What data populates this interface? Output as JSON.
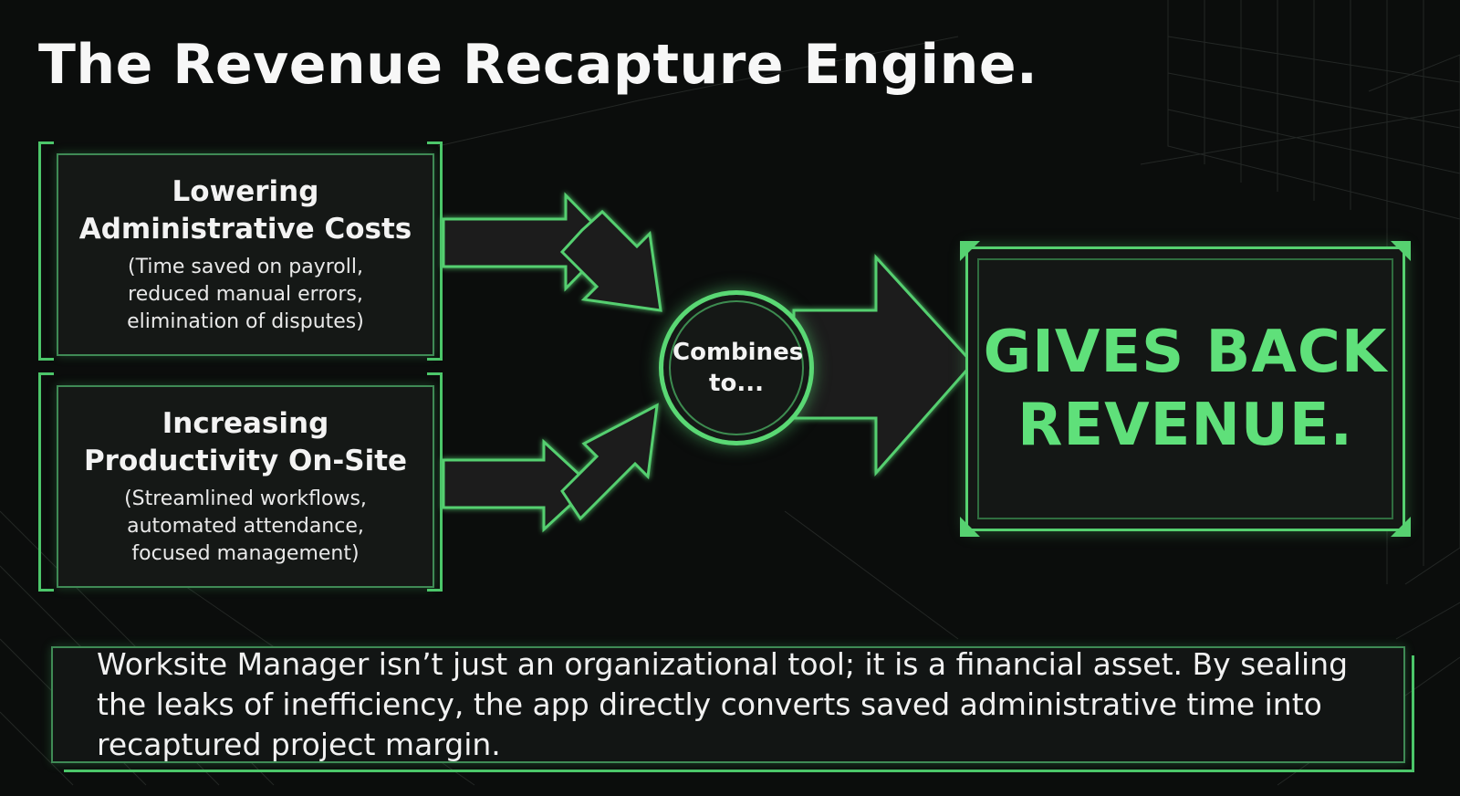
{
  "title": "The Revenue Recapture Engine.",
  "inputs": [
    {
      "heading": [
        "Lowering",
        "Administrative Costs"
      ],
      "detail": [
        "(Time saved on payroll,",
        "reduced manual errors,",
        "elimination of disputes)"
      ]
    },
    {
      "heading": [
        "Increasing",
        "Productivity On-Site"
      ],
      "detail": [
        "(Streamlined workflows,",
        "automated attendance,",
        "focused management)"
      ]
    }
  ],
  "hub": [
    "Combines",
    "to..."
  ],
  "result": [
    "GIVES BACK",
    "REVENUE."
  ],
  "footer": "Worksite Manager isn’t just an organizational tool; it is a financial asset. By sealing the leaks of inefficiency, the app directly converts saved administrative time into recaptured project margin.",
  "colors": {
    "accent": "#56d170",
    "background": "#0b0d0c",
    "panel": "#151816",
    "text": "#f2f2f2"
  }
}
